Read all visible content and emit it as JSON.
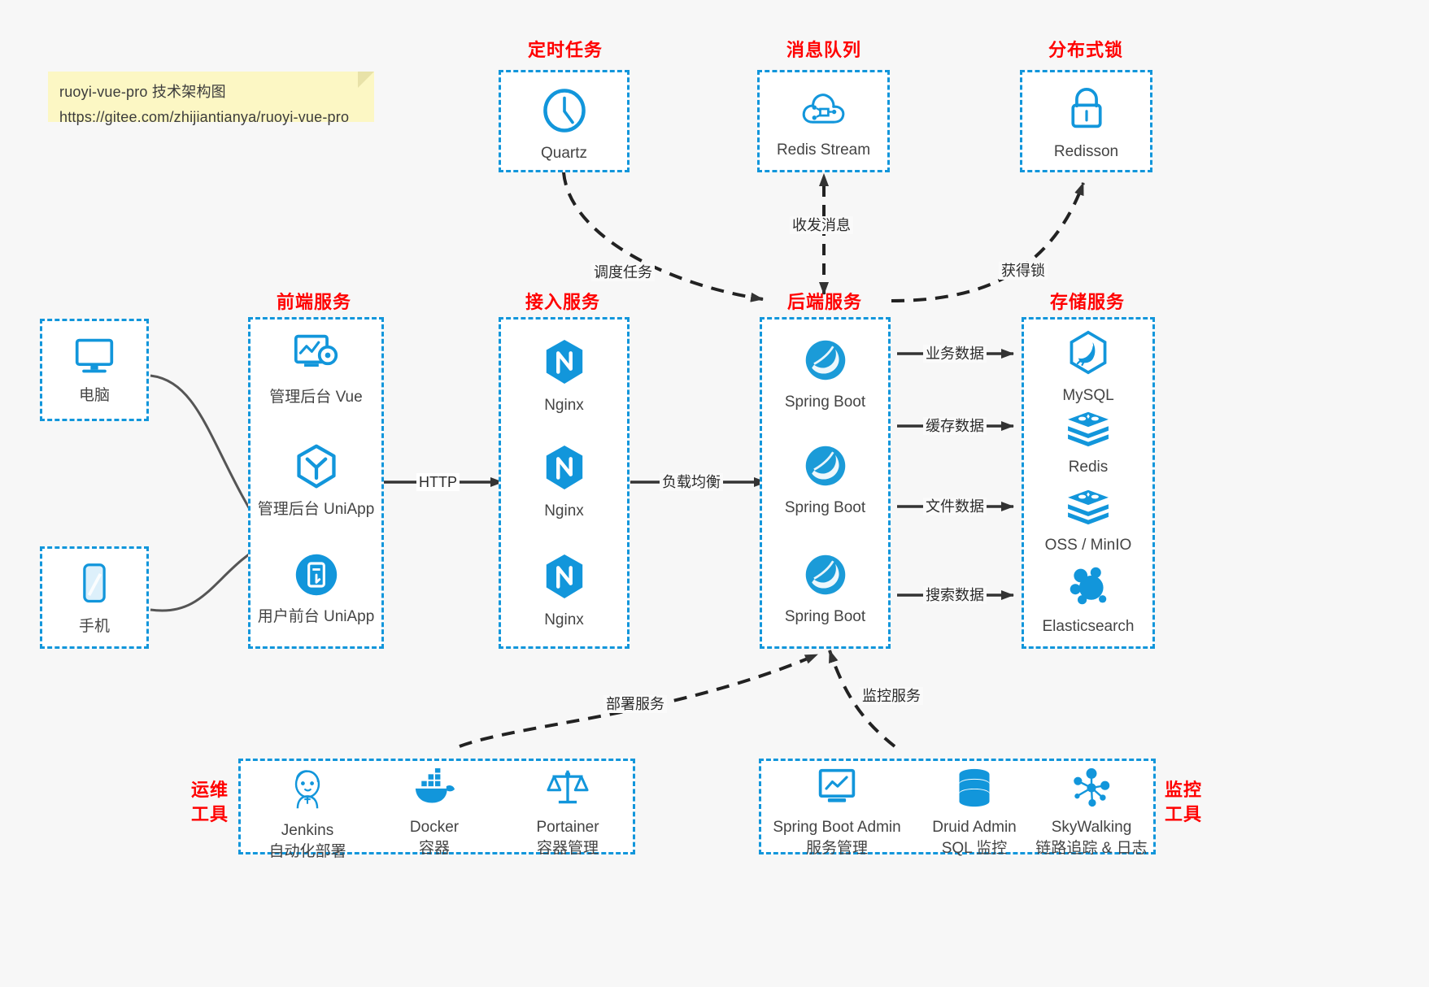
{
  "note": {
    "line1": "ruoyi-vue-pro 技术架构图",
    "line2": "https://gitee.com/zhijiantianya/ruoyi-vue-pro"
  },
  "colors": {
    "accent": "#1296db",
    "title": "#ff0000",
    "background": "#f7f7f7",
    "text": "#444444",
    "arrow": "#333333"
  },
  "groups": {
    "scheduler": {
      "title": "定时任务"
    },
    "mq": {
      "title": "消息队列"
    },
    "lock": {
      "title": "分布式锁"
    },
    "frontend": {
      "title": "前端服务"
    },
    "gateway": {
      "title": "接入服务"
    },
    "backend": {
      "title": "后端服务"
    },
    "storage": {
      "title": "存储服务"
    },
    "devops": {
      "title": "运维\n工具",
      "title_l1": "运维",
      "title_l2": "工具"
    },
    "monitor": {
      "title": "监控\n工具",
      "title_l1": "监控",
      "title_l2": "工具"
    }
  },
  "nodes": {
    "quartz": {
      "label": "Quartz",
      "icon": "clock-icon"
    },
    "redis_stream": {
      "label": "Redis Stream",
      "icon": "cloud-stream-icon"
    },
    "redisson": {
      "label": "Redisson",
      "icon": "lock-icon"
    },
    "pc": {
      "label": "电脑",
      "icon": "desktop-icon"
    },
    "phone": {
      "label": "手机",
      "icon": "mobile-icon"
    },
    "admin_vue": {
      "label": "管理后台 Vue",
      "icon": "dashboard-icon"
    },
    "admin_uniapp": {
      "label": "管理后台 UniApp",
      "icon": "uniapp-hex-icon"
    },
    "user_uniapp": {
      "label": "用户前台 UniApp",
      "icon": "uniapp-round-icon"
    },
    "nginx1": {
      "label": "Nginx",
      "icon": "nginx-icon"
    },
    "nginx2": {
      "label": "Nginx",
      "icon": "nginx-icon"
    },
    "nginx3": {
      "label": "Nginx",
      "icon": "nginx-icon"
    },
    "springboot1": {
      "label": "Spring Boot",
      "icon": "spring-icon"
    },
    "springboot2": {
      "label": "Spring Boot",
      "icon": "spring-icon"
    },
    "springboot3": {
      "label": "Spring Boot",
      "icon": "spring-icon"
    },
    "mysql": {
      "label": "MySQL",
      "icon": "mysql-icon"
    },
    "redis": {
      "label": "Redis",
      "icon": "redis-stack-icon"
    },
    "oss": {
      "label": "OSS / MinIO",
      "icon": "redis-stack-icon"
    },
    "elasticsearch": {
      "label": "Elasticsearch",
      "icon": "elasticsearch-icon"
    },
    "jenkins": {
      "label": "Jenkins",
      "sub": "自动化部署",
      "icon": "jenkins-icon"
    },
    "docker": {
      "label": "Docker",
      "sub": "容器",
      "icon": "docker-icon"
    },
    "portainer": {
      "label": "Portainer",
      "sub": "容器管理",
      "icon": "scales-icon"
    },
    "sba": {
      "label": "Spring Boot Admin",
      "sub": "服务管理",
      "icon": "monitor-chart-icon"
    },
    "druid": {
      "label": "Druid Admin",
      "sub": "SQL 监控",
      "icon": "database-icon"
    },
    "skywalking": {
      "label": "SkyWalking",
      "sub": "链路追踪 & 日志",
      "icon": "skywalking-icon"
    }
  },
  "edges": {
    "http": "HTTP",
    "load_balance": "负载均衡",
    "schedule_task": "调度任务",
    "send_receive_msg": "收发消息",
    "acquire_lock": "获得锁",
    "business_data": "业务数据",
    "cache_data": "缓存数据",
    "file_data": "文件数据",
    "search_data": "搜索数据",
    "deploy_service": "部署服务",
    "monitor_service": "监控服务"
  }
}
